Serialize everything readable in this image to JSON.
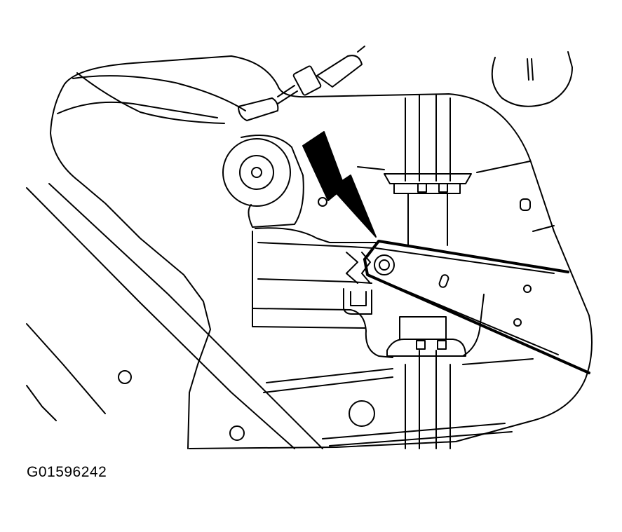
{
  "figure": {
    "id_label": "G01596242"
  },
  "colors": {
    "ink": "#000000",
    "paper": "#ffffff"
  },
  "callouts": [
    {
      "name": "arrow",
      "icon": "arrow-icon",
      "points_to": "window-regulator-arm-pivot"
    }
  ]
}
